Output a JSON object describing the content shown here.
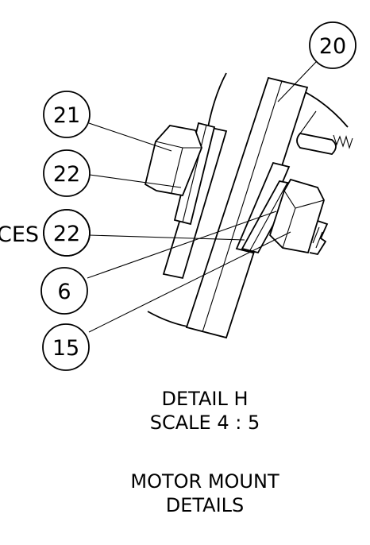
{
  "detail": {
    "name": "DETAIL H",
    "scale": "SCALE 4 : 5"
  },
  "title": {
    "line1": "MOTOR MOUNT",
    "line2": "DETAILS"
  },
  "cut_text": "CES",
  "balloons": [
    {
      "id": "balloon-20",
      "label": "20"
    },
    {
      "id": "balloon-21",
      "label": "21"
    },
    {
      "id": "balloon-22a",
      "label": "22"
    },
    {
      "id": "balloon-22b",
      "label": "22"
    },
    {
      "id": "balloon-6",
      "label": "6"
    },
    {
      "id": "balloon-15",
      "label": "15"
    }
  ],
  "colors": {
    "line": "#000000",
    "background": "#ffffff"
  }
}
